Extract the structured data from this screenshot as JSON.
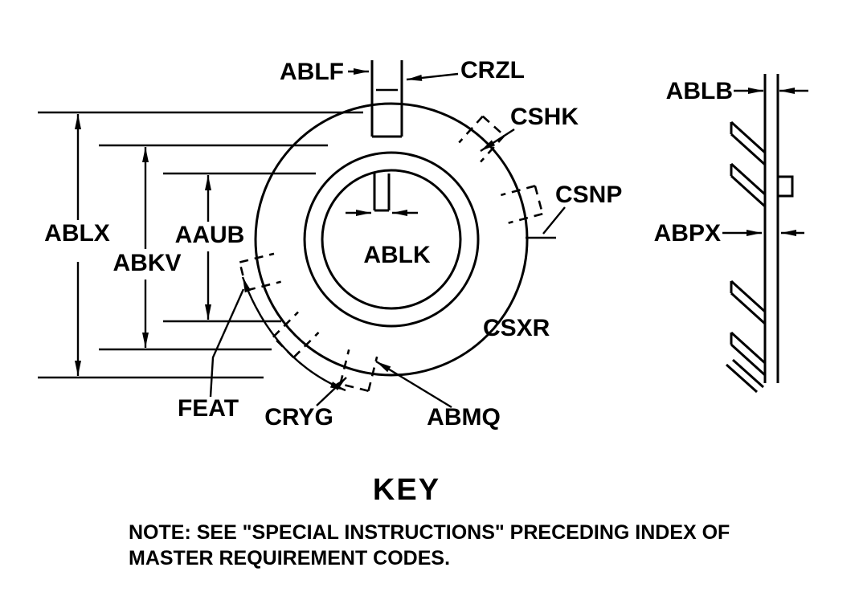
{
  "title": "KEY",
  "note_line1": "NOTE: SEE \"SPECIAL INSTRUCTIONS\" PRECEDING INDEX OF",
  "note_line2": "MASTER REQUIREMENT CODES.",
  "labels": {
    "ablf": "ABLF",
    "crzl": "CRZL",
    "cshk": "CSHK",
    "csnp": "CSNP",
    "ablx": "ABLX",
    "aaub": "AAUB",
    "abkv": "ABKV",
    "ablk": "ABLK",
    "csxr": "CSXR",
    "feat": "FEAT",
    "cryg": "CRYG",
    "abmq": "ABMQ",
    "ablb": "ABLB",
    "abpx": "ABPX"
  },
  "colors": {
    "ink": "#000000",
    "background": "#ffffff"
  }
}
